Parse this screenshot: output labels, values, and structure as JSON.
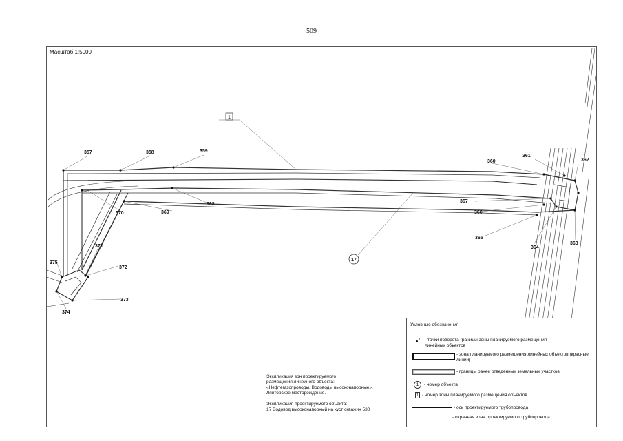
{
  "page_number": "509",
  "scale_label": "Масштаб 1:5000",
  "map_labels": {
    "zone_number": "1",
    "object_number": "17",
    "points": [
      "357",
      "358",
      "359",
      "360",
      "361",
      "362",
      "363",
      "364",
      "365",
      "366",
      "367",
      "368",
      "369",
      "370",
      "371",
      "372",
      "373",
      "374",
      "375"
    ]
  },
  "explication": {
    "lines": [
      "Экспликация зон проектируемого",
      "размещения линейного объекта:",
      "«Нефтегазопроводы. Водоводы высоконапорные».",
      "Лянторское месторождение."
    ],
    "object_title": "Экспликация проектируемого объекта:",
    "object_item": "17   Водовод высоконапорный на куст скважин 530"
  },
  "legend": {
    "title": "Условные обозначения",
    "items": [
      {
        "marker": "1",
        "text": "- точки поворота границы зоны планируемого размещения линейных объектов"
      },
      {
        "text": "- зона планируемого размещения линейных объектов (красные линии)"
      },
      {
        "text": "- границы ранее отведенных земельных участков"
      },
      {
        "marker": "1",
        "text": "- номер  объекта"
      },
      {
        "marker": "1",
        "text": "- номер зоны планируемого размещения объектов"
      },
      {
        "text": "- ось проектируемого трубопровода"
      },
      {
        "text": "- охранная зона проектируемого трубопровода"
      }
    ]
  }
}
